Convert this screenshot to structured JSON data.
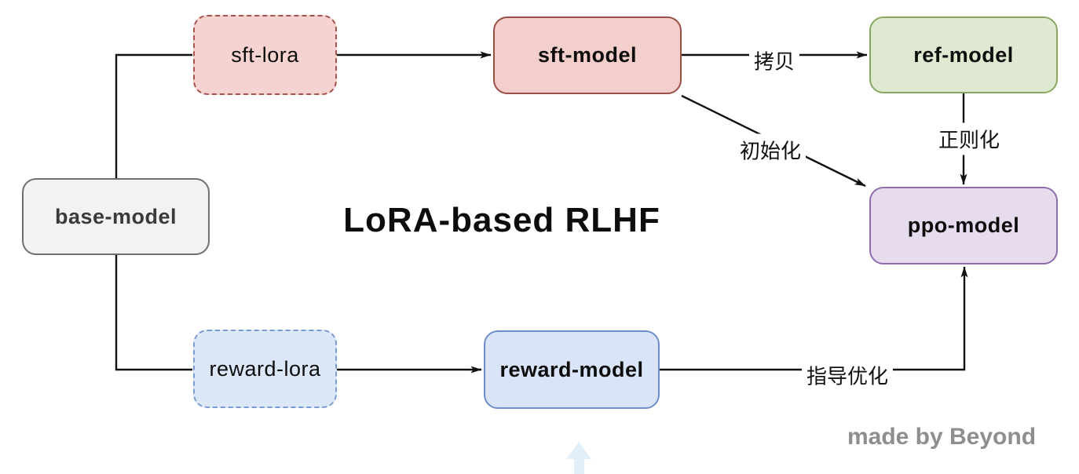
{
  "title": "LoRA-based RLHF",
  "credit": "made by Beyond",
  "nodes": {
    "base_model": {
      "label": "base-model"
    },
    "sft_lora": {
      "label": "sft-lora"
    },
    "sft_model": {
      "label": "sft-model"
    },
    "ref_model": {
      "label": "ref-model"
    },
    "ppo_model": {
      "label": "ppo-model"
    },
    "reward_lora": {
      "label": "reward-lora"
    },
    "reward_model": {
      "label": "reward-model"
    }
  },
  "edge_labels": {
    "copy": "拷贝",
    "initialize": "初始化",
    "regularize": "正则化",
    "guide_optimize": "指导优化"
  },
  "colors": {
    "line": "#111111",
    "base_fill": "#f2f2f2",
    "base_border": "#6f6f6f",
    "sft_lora_fill": "#f5d3d0",
    "sft_lora_border": "#a5534b",
    "sft_model_fill": "#f2cfca",
    "sft_model_border": "#9c4f47",
    "ref_model_fill": "#dfe9d1",
    "ref_model_border": "#87a861",
    "ppo_model_fill": "#e6dcee",
    "ppo_model_border": "#8f6cab",
    "reward_lora_fill": "#dce7f7",
    "reward_lora_border": "#7b9bd3",
    "reward_model_fill": "#d9e4f8",
    "reward_model_border": "#6d8ec9",
    "credit_text": "#8e8e8e",
    "pale_arrow": "#e1effa"
  }
}
